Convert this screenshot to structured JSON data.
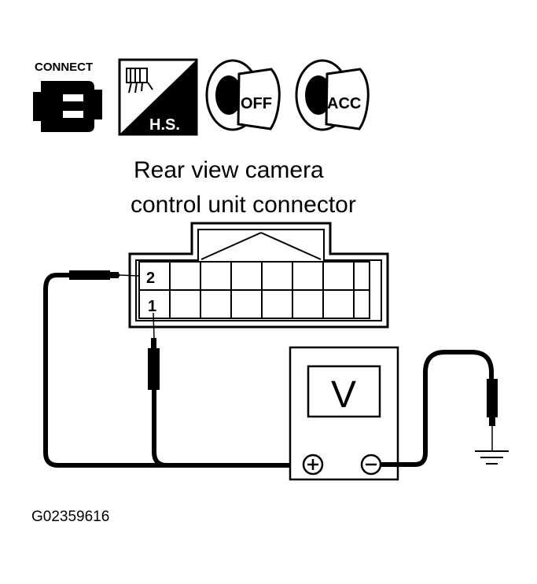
{
  "icons": {
    "connect_label": "CONNECT",
    "hs_label": "H.S.",
    "off_label": "OFF",
    "acc_label": "ACC"
  },
  "title": {
    "line1": "Rear view camera",
    "line2": "control unit connector"
  },
  "connector": {
    "pin_top": "2",
    "pin_bottom": "1"
  },
  "meter": {
    "label": "V",
    "plus_symbol": "+",
    "minus_symbol": "−"
  },
  "caption": "G02359616"
}
